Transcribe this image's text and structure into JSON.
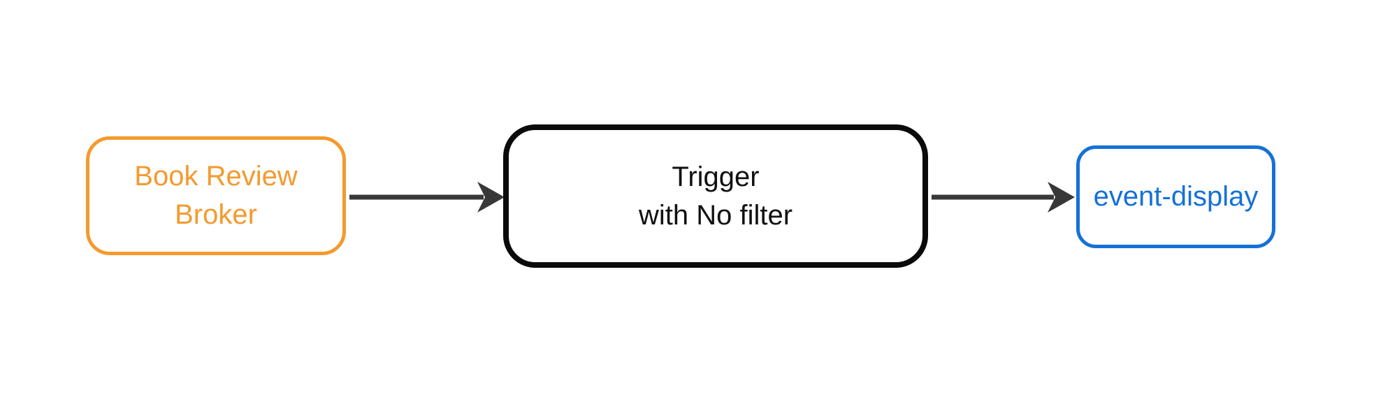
{
  "diagram": {
    "type": "flowchart",
    "background_color": "#ffffff",
    "nodes": {
      "broker": {
        "lines": [
          "Book Review",
          "Broker"
        ],
        "color": "#F49A2E",
        "shape": "rounded-rectangle"
      },
      "trigger": {
        "lines": [
          "Trigger",
          "with No filter"
        ],
        "color": "#0b0b0b",
        "shape": "rounded-rectangle"
      },
      "sink": {
        "label": "event-display",
        "color": "#1471D8",
        "shape": "rounded-rectangle"
      }
    },
    "edges": [
      {
        "from": "Book Review Broker",
        "to": "Trigger with No filter",
        "color": "#383838",
        "style": "solid-arrow"
      },
      {
        "from": "Trigger with No filter",
        "to": "event-display",
        "color": "#383838",
        "style": "solid-arrow"
      }
    ]
  }
}
